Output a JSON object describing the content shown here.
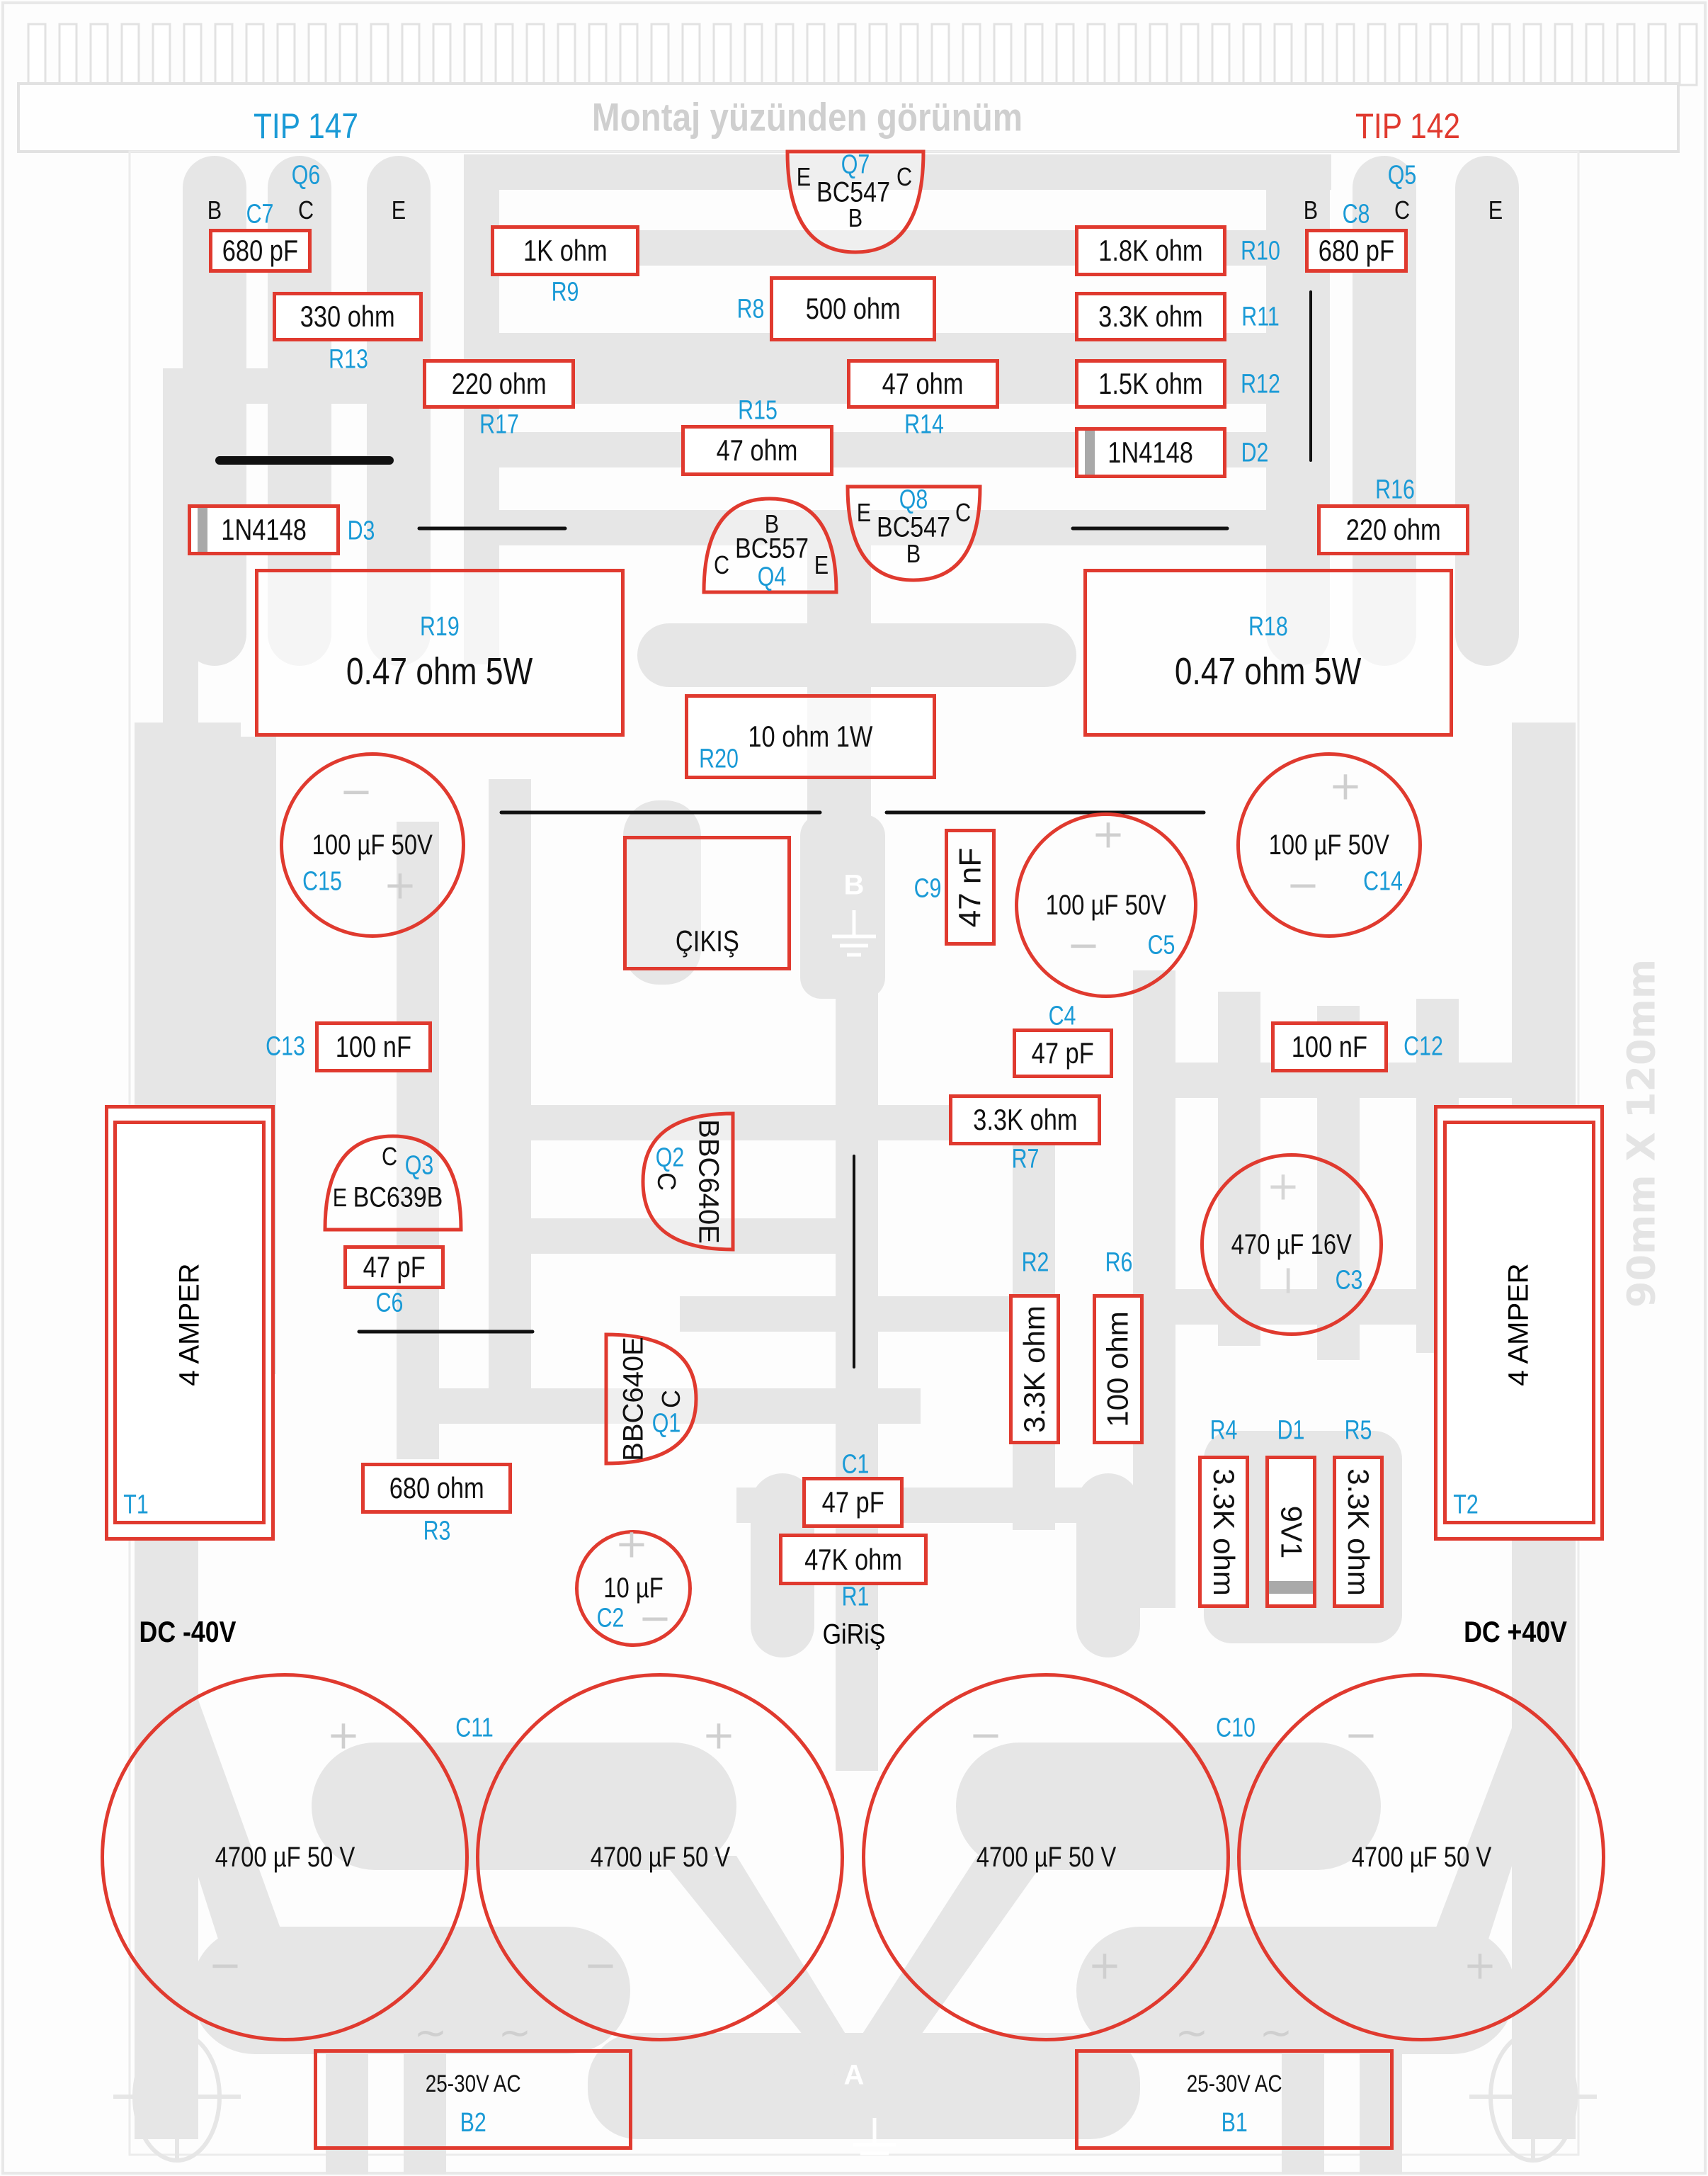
{
  "board": {
    "title": "Montaj yüzünden görünüm",
    "size_note": "90mm X 120mm",
    "left_transistor_label": "TIP 147",
    "right_transistor_label": "TIP 142",
    "dc_negative_label": "DC -40V",
    "dc_positive_label": "DC +40V",
    "input_label": "GiRiŞ",
    "output_label": "ÇIKIŞ",
    "ground_pad_b": "B",
    "ground_pad_a": "A",
    "colors": {
      "outline": "#e03a2f",
      "designator": "#1a9ad6",
      "trace": "#e6e6e6",
      "title": "#d0d0d0"
    }
  },
  "power_transistors": [
    {
      "ref": "Q6",
      "pins": [
        "B",
        "C",
        "E"
      ]
    },
    {
      "ref": "Q5",
      "pins": [
        "B",
        "C",
        "E"
      ]
    }
  ],
  "small_transistors": [
    {
      "ref": "Q7",
      "part": "BC547",
      "pins": {
        "left": "E",
        "right": "C",
        "bottom": "B"
      }
    },
    {
      "ref": "Q8",
      "part": "BC547",
      "pins": {
        "left": "E",
        "right": "C",
        "bottom": "B"
      }
    },
    {
      "ref": "Q4",
      "part": "BC557",
      "pins": {
        "top": "B",
        "left": "C",
        "right": "E"
      }
    },
    {
      "ref": "Q3",
      "part": "BC639B",
      "pins": {
        "top": "C",
        "left": "E"
      }
    },
    {
      "ref": "Q2",
      "part": "BBC640E",
      "pins": {
        "side": "C"
      }
    },
    {
      "ref": "Q1",
      "part": "BBC640E",
      "pins": {
        "side": "C"
      }
    }
  ],
  "resistors": {
    "R1": "47K ohm",
    "R2": "3.3K ohm",
    "R3": "680 ohm",
    "R4": "3.3K ohm",
    "R5": "3.3K ohm",
    "R6": "100 ohm",
    "R7": "3.3K ohm",
    "R8": "500 ohm",
    "R9": "1K ohm",
    "R10": "1.8K ohm",
    "R11": "3.3K ohm",
    "R12": "1.5K ohm",
    "R13": "330 ohm",
    "R14": "47 ohm",
    "R15": "47 ohm",
    "R16": "220 ohm",
    "R17": "220 ohm",
    "R18": "0.47 ohm 5W",
    "R19": "0.47 ohm 5W",
    "R20": "10 ohm 1W"
  },
  "capacitors": {
    "C1": "47 pF",
    "C2": "10 µF",
    "C3": "470 µF 16V",
    "C4": "47 pF",
    "C5": "100 µF 50V",
    "C6": "47 pF",
    "C7": "680 pF",
    "C8": "680 pF",
    "C9": "47 nF",
    "C10": "4700 µF 50 V",
    "C11": "4700 µF 50 V",
    "C12": "100 nF",
    "C13": "100 nF",
    "C14": "100 µF 50V",
    "C15": "100 µF 50V"
  },
  "big_caps": [
    "4700 µF 50 V",
    "4700 µF 50 V",
    "4700 µF 50 V",
    "4700 µF 50 V"
  ],
  "diodes": {
    "D1": "9V1",
    "D2": "1N4148",
    "D3": "1N4148"
  },
  "fuses": {
    "T1": "4 AMPER",
    "T2": "4 AMPER"
  },
  "bridges": {
    "B1": "25-30V AC",
    "B2": "25-30V AC"
  },
  "polarity": {
    "plus": "+",
    "minus": "−",
    "ac": "~"
  }
}
